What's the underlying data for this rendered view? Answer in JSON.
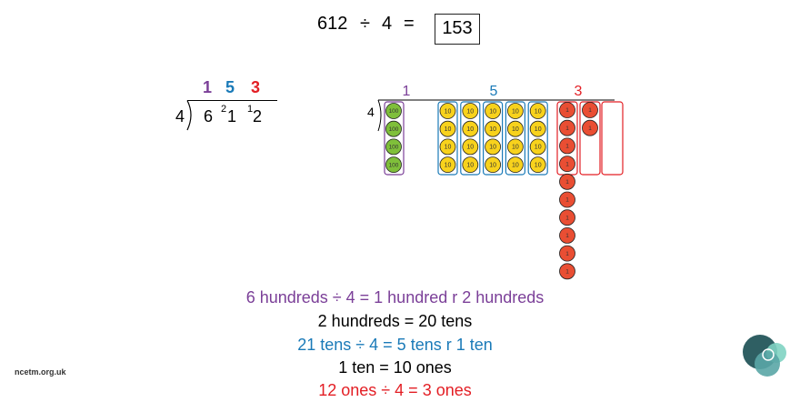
{
  "equation": {
    "dividend": "612",
    "op": "÷",
    "divisor": "4",
    "eq": "=",
    "answer": "153"
  },
  "long_division": {
    "quotient": [
      "1",
      "5",
      "3"
    ],
    "divisor": "4",
    "dividend_digits": [
      "6",
      "1",
      "2"
    ],
    "carries": [
      "2",
      "1"
    ]
  },
  "manipulatives": {
    "quotient_labels": [
      "1",
      "5",
      "3"
    ],
    "divisor_label": "4",
    "hundreds_counter": "100",
    "tens_counter": "10",
    "ones_counter": "1",
    "colors": {
      "hundreds": "#7b3f98",
      "tens": "#1a7ab8",
      "ones": "#e31e24",
      "hundreds_fill": "#7fbf3a",
      "tens_fill": "#f8d21c",
      "ones_fill": "#e94e33"
    }
  },
  "steps": [
    {
      "text": "6 hundreds ÷ 4 = 1 hundred r 2 hundreds",
      "color": "#7b3f98"
    },
    {
      "text": "2 hundreds = 20 tens",
      "color": "#000000"
    },
    {
      "text": "21 tens ÷ 4 = 5 tens r 1 ten",
      "color": "#1a7ab8"
    },
    {
      "text": "1 ten = 10 ones",
      "color": "#000000"
    },
    {
      "text": "12 ones ÷ 4 = 3 ones",
      "color": "#e31e24"
    }
  ],
  "footer": {
    "site": "ncetm.org.uk"
  },
  "logo": {
    "icon": "ncetm-logo-icon"
  }
}
